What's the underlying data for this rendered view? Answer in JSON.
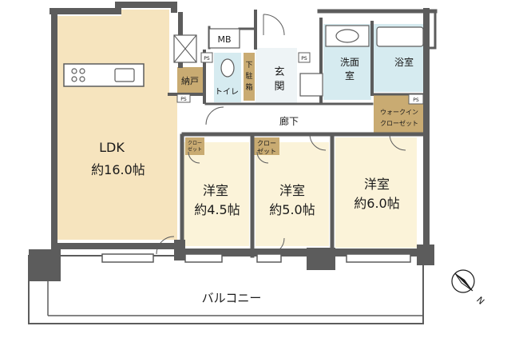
{
  "floor_plan": {
    "colors": {
      "wall": "#5c5c5c",
      "ldk_floor": "#f6e4be",
      "room_floor": "#fbf3d9",
      "wet_area": "#d6ebf0",
      "storage": "#c9ab72",
      "corridor": "#ffffff",
      "balcony": "#ffffff"
    },
    "rooms": {
      "ldk_name": "LDK",
      "ldk_size": "約16.0帖",
      "west_name": "洋室",
      "west_size": "約4.5帖",
      "center_name": "洋室",
      "center_size": "約5.0帖",
      "east_name": "洋室",
      "east_size": "約6.0帖"
    },
    "labels": {
      "mb": "MB",
      "nando": "納戸",
      "toilet": "トイレ",
      "shoe_line1": "下",
      "shoe_line2": "駐",
      "shoe_line3": "箱",
      "genkan_line1": "玄",
      "genkan_line2": "関",
      "senmen_line1": "洗面",
      "senmen_line2": "室",
      "bath": "浴室",
      "corridor": "廊下",
      "wic_line1": "ウォークイン",
      "wic_line2": "クローゼット",
      "closet_west_line1": "クロー",
      "closet_west_line2": "ゼット",
      "closet_center_line1": "クロー",
      "closet_center_line2": "ゼット",
      "ps": "PS",
      "balcony": "バルコニー"
    },
    "compass": {
      "direction": "N",
      "icon": "compass-icon"
    }
  }
}
